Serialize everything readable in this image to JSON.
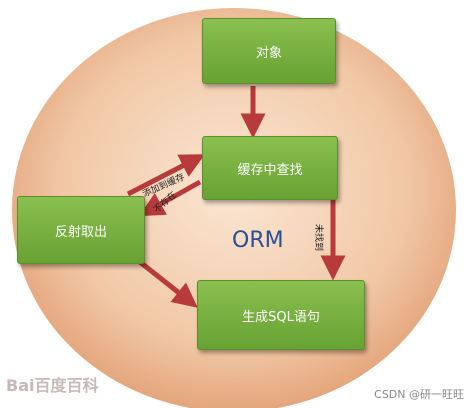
{
  "nodes": {
    "object": "对象",
    "cache_lookup": "缓存中查找",
    "reflect_fetch": "反射取出",
    "generate_sql": "生成SQL语句"
  },
  "center_label": "ORM",
  "edges": {
    "add_to_cache": "添加到缓存",
    "not_exist": "不存在",
    "not_found": "未找到"
  },
  "watermark": "Bai百度百科",
  "footer": "CSDN @研一旺旺",
  "colors": {
    "node_fill": "#76b03f",
    "arrow": "#b83a3a",
    "circle": "#f1c8a6"
  }
}
